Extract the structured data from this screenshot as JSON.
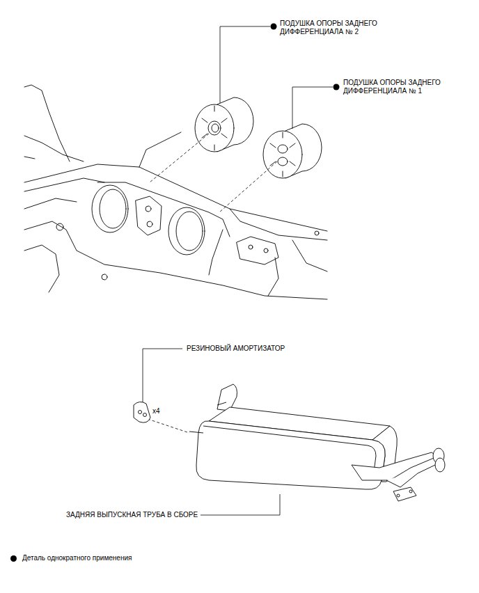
{
  "diagram": {
    "labels": [
      "ПОДУШКА ОПОРЫ ЗАДНЕГО ДИФФЕРЕНЦИАЛА № 2",
      "ПОДУШКА ОПОРЫ ЗАДНЕГО ДИФФЕРЕНЦИАЛА № 1",
      "РЕЗИНОВЫЙ АМОРТИЗАТОР",
      "x4",
      "ЗАДНЯЯ ВЫПУСКНАЯ ТРУБА В СБОРЕ"
    ],
    "legend": [
      {
        "text": "Деталь однократного применения",
        "color": "#000000"
      }
    ]
  }
}
